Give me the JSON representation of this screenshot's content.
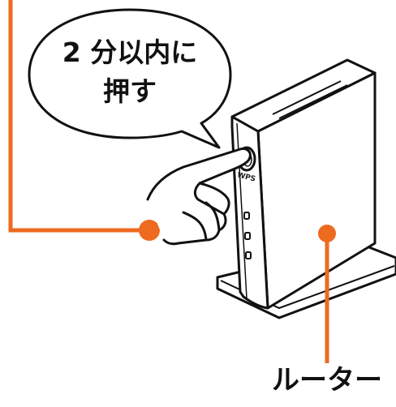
{
  "callout": {
    "line1": "2 分以内に",
    "line2": "押す"
  },
  "button_label": "WPS",
  "device_label": "ルーター",
  "colors": {
    "accent": "#ee6a1f",
    "outline": "#111111",
    "background": "#ffffff"
  },
  "icons": [
    "hand-pressing-icon",
    "router-icon"
  ]
}
